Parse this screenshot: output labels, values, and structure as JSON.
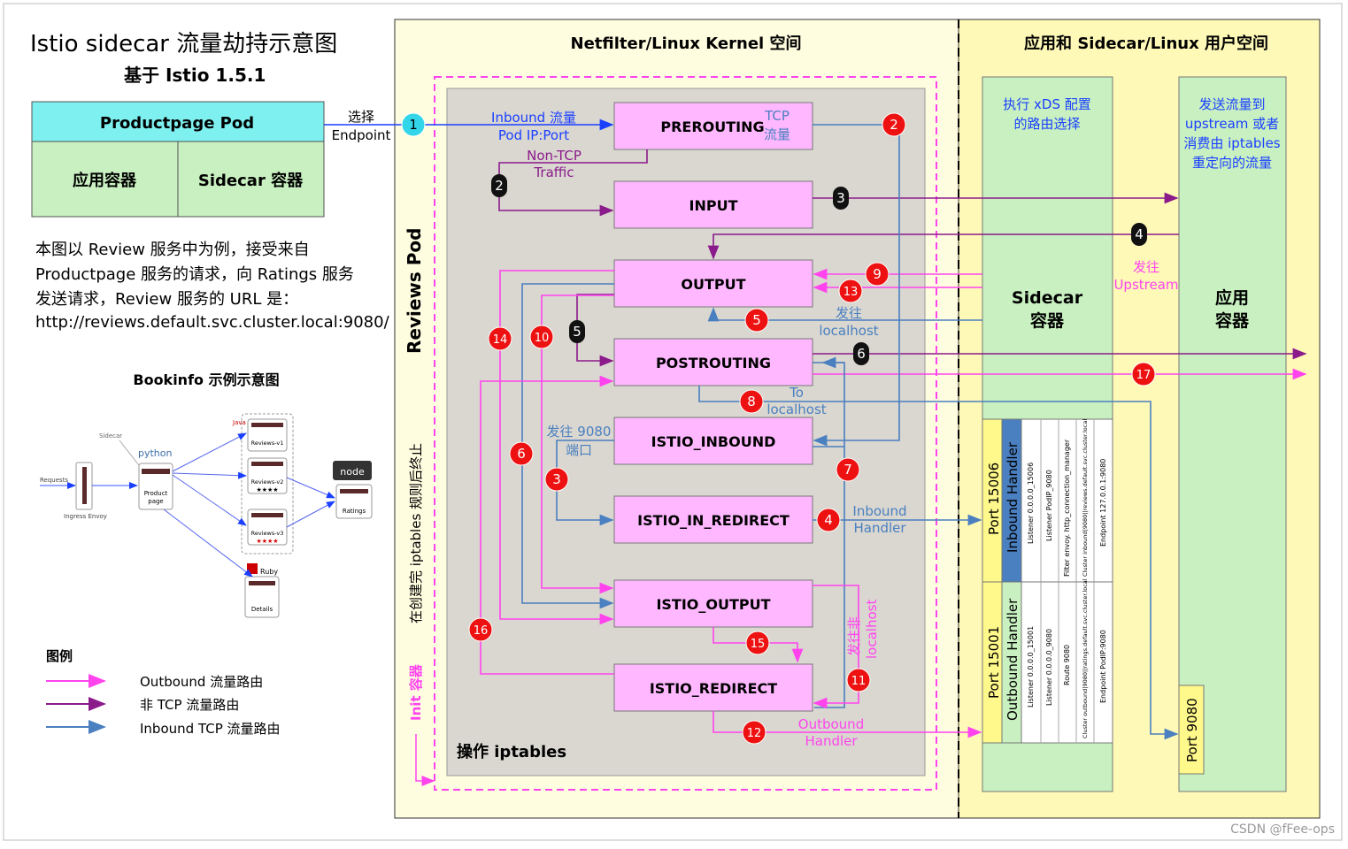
{
  "title": "Istio sidecar 流量劫持示意图",
  "subtitle": "基于 Istio 1.5.1",
  "product_pod": {
    "title": "Productpage Pod",
    "app": "应用容器",
    "sidecar": "Sidecar 容器"
  },
  "select_endpoint": [
    "选择",
    "Endpoint"
  ],
  "description": [
    "本图以 Review 服务中为例，接受来自",
    "Productpage 服务的请求，向 Ratings 服务",
    "发送请求，Review 服务的 URL 是：",
    "http://reviews.default.svc.cluster.local:9080/"
  ],
  "bookinfo": {
    "title": "Bookinfo 示例示意图",
    "requests": "Requests",
    "ingress": "Ingress Envoy",
    "sidecar": "Sidecar",
    "python": "python",
    "java": "Java",
    "ruby": "Ruby",
    "node": "node",
    "productpage": [
      "Product",
      "page"
    ],
    "reviews": [
      "Reviews-v1",
      "Reviews-v2",
      "Reviews-v3"
    ],
    "stars": "★★★★",
    "ratings": "Ratings",
    "details": "Details"
  },
  "legend": {
    "title": "图例",
    "items": [
      {
        "label": "Outbound 流量路由",
        "color": "#ff44ee"
      },
      {
        "label": "非 TCP 流量路由",
        "color": "#8b1a8b"
      },
      {
        "label": "Inbound TCP 流量路由",
        "color": "#4a7fc0"
      }
    ]
  },
  "kernel": {
    "title": "Netfilter/Linux Kernel 空间",
    "pod_label": "Reviews Pod",
    "init_rules": "在创建完 iptables 规则后终止",
    "init": "Init 容器",
    "op": "操作 iptables"
  },
  "userspace": {
    "title": "应用和 Sidecar/Linux 用户空间"
  },
  "chains": [
    "PREROUTING",
    "INPUT",
    "OUTPUT",
    "POSTROUTING",
    "ISTIO_INBOUND",
    "ISTIO_IN_REDIRECT",
    "ISTIO_OUTPUT",
    "ISTIO_REDIRECT"
  ],
  "labels": {
    "inbound_flow": "Inbound 流量",
    "pod_ip_port": "Pod IP:Port",
    "tcp": "TCP",
    "flow": "流量",
    "non_tcp": "Non-TCP",
    "traffic": "Traffic",
    "to_localhost_a": "发往",
    "to_localhost_b": "localhost",
    "to": "To",
    "localhost": "localhost",
    "to_9080_a": "发往 9080",
    "to_9080_b": "端口",
    "inbound_handler_a": "Inbound",
    "inbound_handler_b": "Handler",
    "non_localhost_a": "发往非",
    "non_localhost_b": "localhost",
    "outbound_handler_a": "Outbound",
    "outbound_handler_b": "Handler",
    "upstream_a": "发往",
    "upstream_b": "Upstream"
  },
  "sidecar": {
    "route_choice": [
      "执行 xDS 配置",
      "的路由选择"
    ],
    "name": [
      "Sidecar",
      "容器"
    ],
    "inbound": {
      "port": "Port 15006",
      "handler": "Inbound Handler",
      "details": [
        "Listener 0.0.0.0_15006",
        "Listener PodIP_9080",
        "Filter envoy. http_connection_manager",
        "Cluster inbound|9080||reviews.default.svc.cluster.local",
        "Endpoint 127.0.0.1:9080"
      ]
    },
    "outbound": {
      "port": "Port 15001",
      "handler": "Outbound Handler",
      "details": [
        "Listener 0.0.0.0_15001",
        "Listener 0.0.0.0_9080",
        "Route 9080",
        "Cluster outbound|9080||ratings.default.svc.cluster.local",
        "Endpoint PodIP:9080"
      ]
    }
  },
  "app": {
    "desc": [
      "发送流量到",
      "upstream 或者",
      "消费由 iptables",
      "重定向的流量"
    ],
    "name": [
      "应用",
      "容器"
    ],
    "port": "Port 9080"
  },
  "steps": [
    "1",
    "2",
    "2",
    "3",
    "4",
    "5",
    "5",
    "6",
    "6",
    "7",
    "8",
    "9",
    "3",
    "10",
    "13",
    "14",
    "4",
    "15",
    "11",
    "16",
    "12",
    "17"
  ],
  "watermark": "CSDN @fFee-ops"
}
